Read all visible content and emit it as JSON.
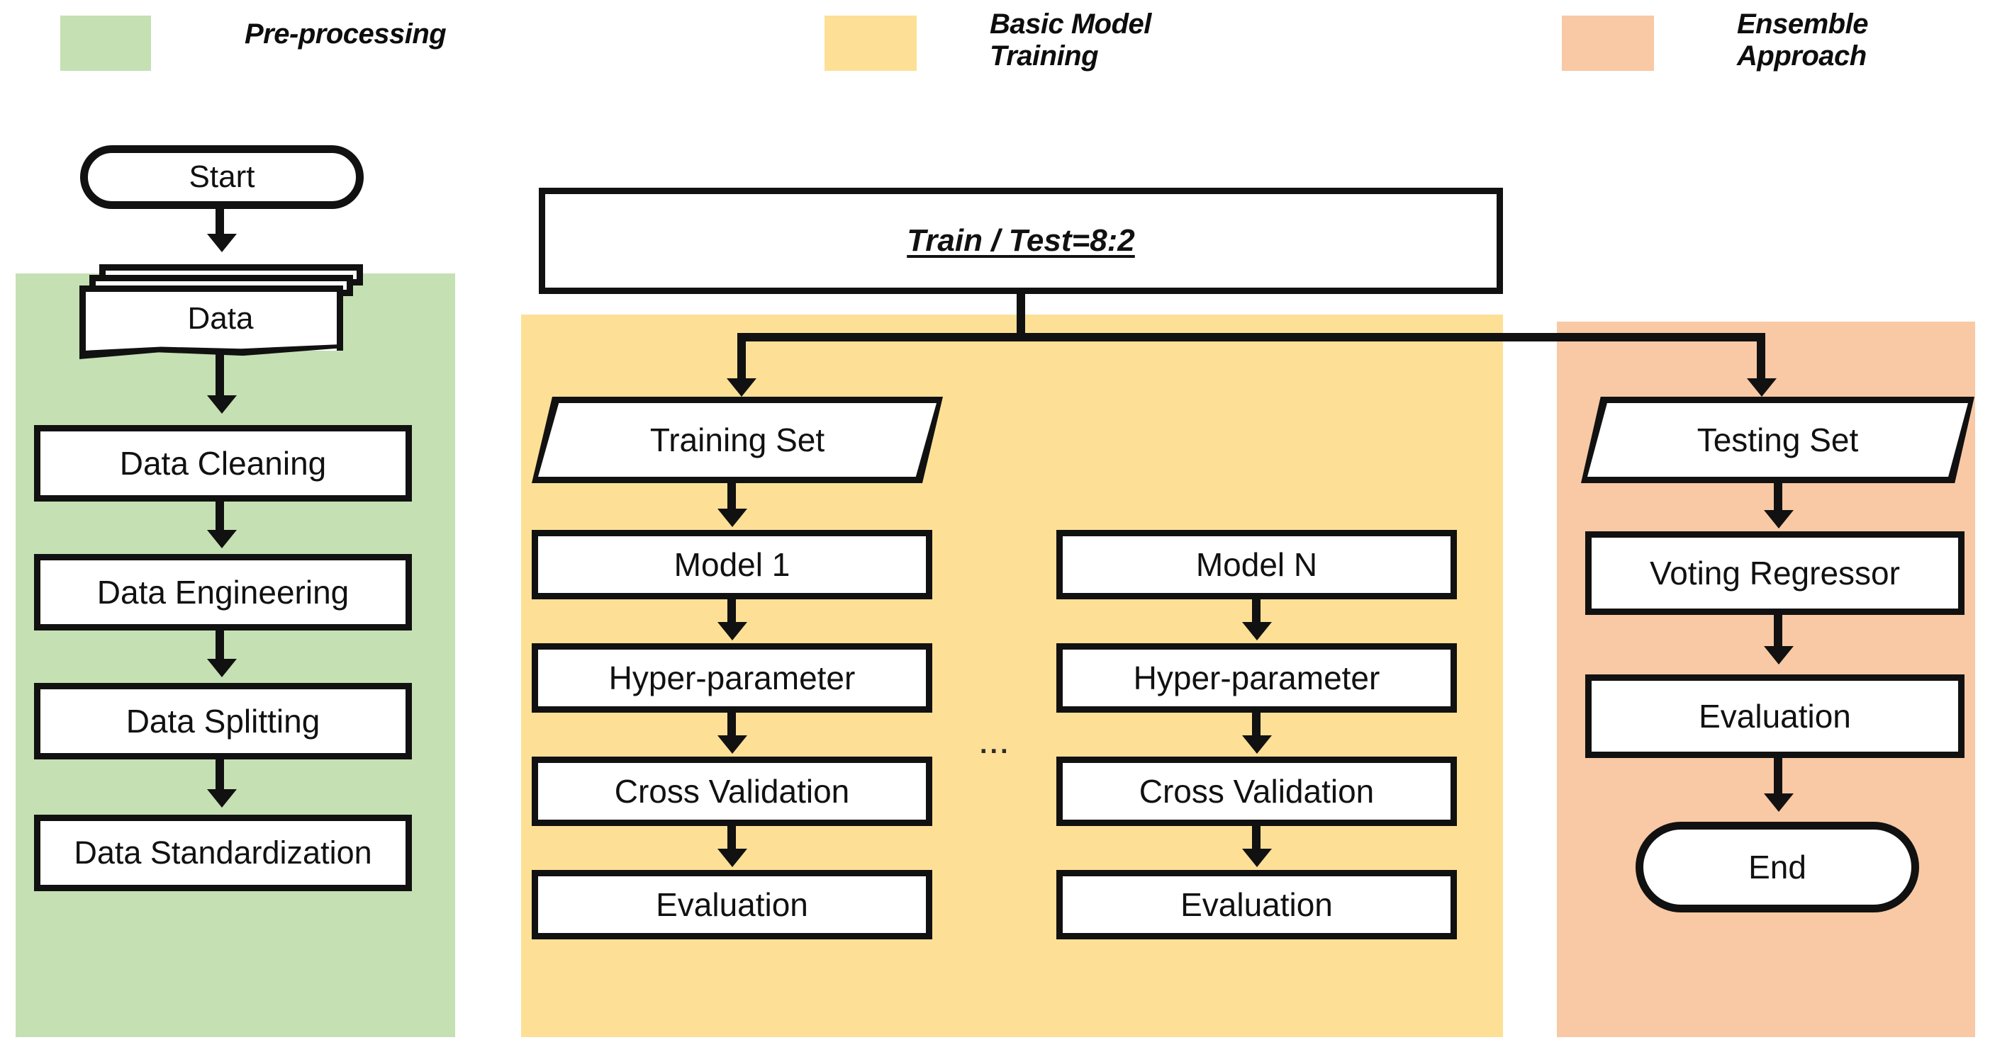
{
  "legend": {
    "items": [
      {
        "label": "Pre-processing",
        "color": "#c5e0b3"
      },
      {
        "label": "Basic Model\nTraining",
        "color": "#fde096"
      },
      {
        "label": "Ensemble\nApproach",
        "color": "#f8c9a4"
      }
    ]
  },
  "sections": {
    "preprocessing": {
      "name": "Pre-processing",
      "color": "#c5e0b3"
    },
    "training": {
      "name": "Basic Model Training",
      "color": "#fde096"
    },
    "ensemble": {
      "name": "Ensemble Approach",
      "color": "#f8c9a4"
    }
  },
  "flow": {
    "start": {
      "label": "Start",
      "shape": "terminator"
    },
    "data": {
      "label": "Data",
      "shape": "multi-document"
    },
    "preprocessing_steps": [
      {
        "label": "Data Cleaning",
        "shape": "process"
      },
      {
        "label": "Data Engineering",
        "shape": "process"
      },
      {
        "label": "Data Splitting",
        "shape": "process"
      },
      {
        "label": "Data Standardization",
        "shape": "process"
      }
    ],
    "split": {
      "label": "Train / Test=8:2",
      "shape": "process",
      "style": "bold-italic-underline"
    },
    "training_set": {
      "label": "Training Set",
      "shape": "data-parallelogram"
    },
    "testing_set": {
      "label": "Testing Set",
      "shape": "data-parallelogram"
    },
    "model_columns": [
      {
        "header": "Model 1",
        "steps": [
          {
            "label": "Hyper-parameter",
            "shape": "process"
          },
          {
            "label": "Cross Validation",
            "shape": "process"
          },
          {
            "label": "Evaluation",
            "shape": "process"
          }
        ]
      },
      {
        "header": "Model N",
        "steps": [
          {
            "label": "Hyper-parameter",
            "shape": "process"
          },
          {
            "label": "Cross Validation",
            "shape": "process"
          },
          {
            "label": "Evaluation",
            "shape": "process"
          }
        ]
      }
    ],
    "ellipsis": "...",
    "ensemble_steps": [
      {
        "label": "Voting Regressor",
        "shape": "process"
      },
      {
        "label": "Evaluation",
        "shape": "process"
      }
    ],
    "end": {
      "label": "End",
      "shape": "terminator"
    }
  }
}
